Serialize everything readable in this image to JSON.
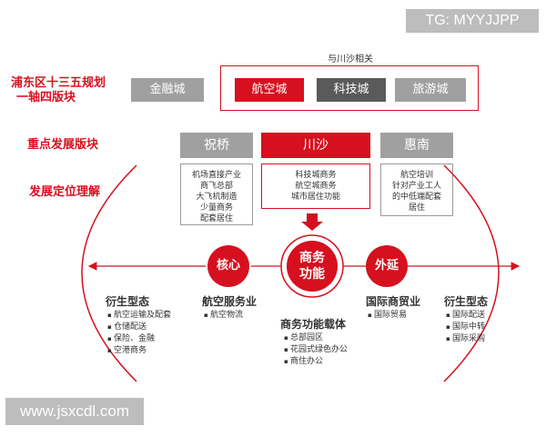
{
  "watermarks": {
    "top": "TG: MYYJJPP",
    "bottom": "www.jsxcdl.com"
  },
  "related_label": "与川沙相关",
  "rows": {
    "plan": {
      "line1": "浦东区十三五规划",
      "line2": "一轴四版块"
    },
    "key_blocks": "重点发展版块",
    "positioning": "发展定位理解"
  },
  "plan_boxes": {
    "finance": "金融城",
    "aviation": "航空城",
    "tech": "科技城",
    "tourism": "旅游城"
  },
  "blocks": {
    "zhuqiao": {
      "title": "祝桥",
      "lines": [
        "机场直接产业",
        "商飞总部",
        "大飞机制造",
        "少量商务",
        "配套居住"
      ]
    },
    "chuansha": {
      "title": "川沙",
      "lines": [
        "科技城商务",
        "航空城商务",
        "城市居住功能"
      ]
    },
    "huinan": {
      "title": "惠南",
      "lines": [
        "航空培训",
        "针对产业工人",
        "的中低端配套",
        "居住"
      ]
    }
  },
  "circles": {
    "core": "核心",
    "business": [
      "商务",
      "功能"
    ],
    "extension": "外延"
  },
  "groups": {
    "left_derivative": {
      "title": "衍生型态",
      "items": [
        "航空运输及配套",
        "仓储配送",
        "保险、金融",
        "空港商务"
      ]
    },
    "aviation_service": {
      "title": "航空服务业",
      "items": [
        "航空物流"
      ]
    },
    "business_carrier": {
      "title": "商务功能载体",
      "items": [
        "总部园区",
        "花园式绿色办公",
        "商住办公"
      ]
    },
    "intl_trade": {
      "title": "国际商贸业",
      "items": [
        "国际贸易"
      ]
    },
    "right_derivative": {
      "title": "衍生型态",
      "items": [
        "国际配送",
        "国际中转",
        "国际采购"
      ]
    }
  },
  "colors": {
    "accent": "#d6101f",
    "gray": "#a0a0a0",
    "dark": "#5a5a5a"
  }
}
